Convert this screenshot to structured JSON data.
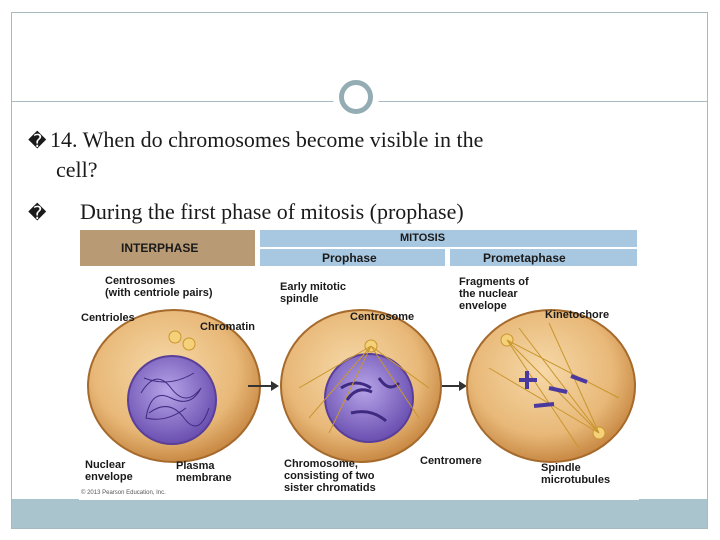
{
  "slide": {
    "question_line1": "14. When do chromosomes become visible in the",
    "question_line2": "cell?",
    "answer": "During the first phase of mitosis (prophase)",
    "bullet_glyph": "�"
  },
  "figure": {
    "headers": {
      "interphase": "INTERPHASE",
      "mitosis": "MITOSIS",
      "prophase": "Prophase",
      "prometaphase": "Prometaphase"
    },
    "labels": {
      "centrosomes": "Centrosomes\n(with centriole pairs)",
      "centrioles": "Centrioles",
      "chromatin": "Chromatin",
      "early_spindle": "Early mitotic\nspindle",
      "centrosome": "Centrosome",
      "fragments": "Fragments of\nthe nuclear\nenvelope",
      "kinetochore": "Kinetochore",
      "nuclear_envelope": "Nuclear\nenvelope",
      "plasma_membrane": "Plasma\nmembrane",
      "chromosome": "Chromosome,\nconsisting of two\nsister chromatids",
      "centromere": "Centromere",
      "spindle_microtubules": "Spindle\nmicrotubules"
    },
    "copyright": "© 2013 Pearson Education, Inc."
  },
  "colors": {
    "frame": "#a9b9c0",
    "footer": "#a9c4cc",
    "interphase_header": "#b89a74",
    "mitosis_header": "#a8c7e0",
    "cell_fill": "#e8b878",
    "nucleus_fill": "#8a6fc8"
  }
}
